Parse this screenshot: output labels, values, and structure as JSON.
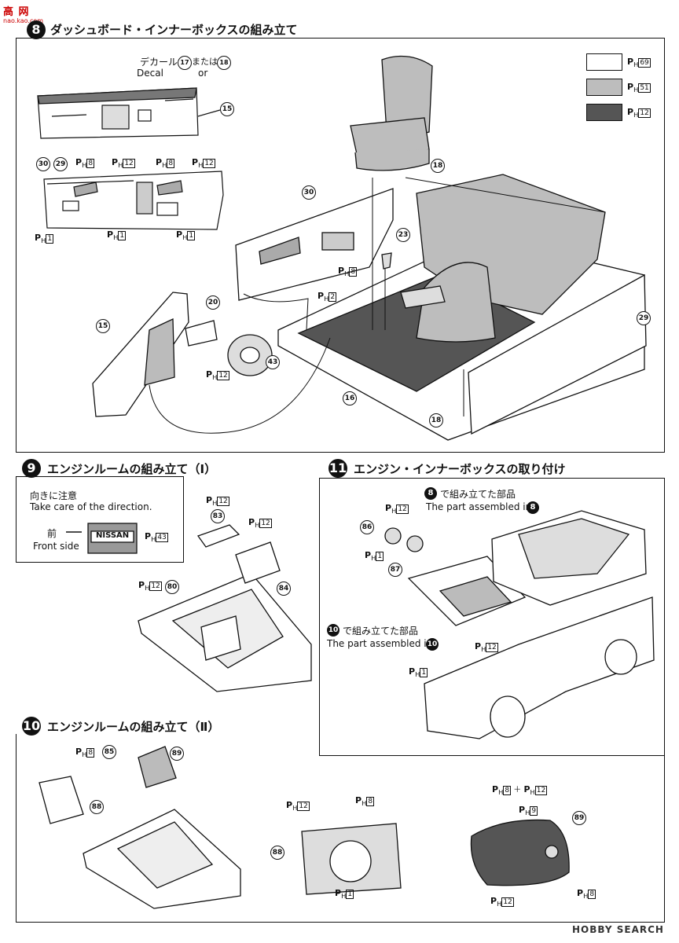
{
  "watermark": {
    "top_left_text": "高 网",
    "top_left_sub": "nao.kao.com",
    "bottom_right": "HOBBY SEARCH"
  },
  "step8": {
    "number": "8",
    "title": "ダッシュボード・インナーボックスの組み立て",
    "decal_jp": "デカール",
    "decal_en": "Decal",
    "decal_or_jp": "または",
    "decal_or_en": "or",
    "decal_a": "17",
    "decal_b": "18"
  },
  "legend": [
    {
      "code": "69",
      "color": "#ffffff"
    },
    {
      "code": "51",
      "color": "#bdbdbd"
    },
    {
      "code": "12",
      "color": "#555555"
    }
  ],
  "ph_prefix": "P",
  "ph_sub": "H",
  "step9": {
    "number": "9",
    "title": "エンジンルームの組み立て（Ⅰ）",
    "note_jp": "向きに注意",
    "note_en": "Take care of the direction.",
    "front_jp": "前",
    "front_en": "Front side",
    "nissan": "NISSAN"
  },
  "step10": {
    "number": "10",
    "title": "エンジンルームの組み立て（Ⅱ）"
  },
  "step11": {
    "number": "11",
    "title": "エンジン・インナーボックスの取り付け",
    "assembled8_jp": "で組み立てた部品",
    "assembled8_en": "The part assembled in",
    "assembled8_ref": "8",
    "assembled10_jp": "で組み立てた部品",
    "assembled10_en": "The part assembled in",
    "assembled10_ref": "10"
  },
  "parts": {
    "p15": "15",
    "p16": "16",
    "p18": "18",
    "p20": "20",
    "p23": "23",
    "p29": "29",
    "p30": "30",
    "p43": "43",
    "p80": "80",
    "p83": "83",
    "p84": "84",
    "p85": "85",
    "p86": "86",
    "p87": "87",
    "p88": "88",
    "p89": "89"
  },
  "paint": {
    "c1": "1",
    "c2": "2",
    "c8": "8",
    "c9": "9",
    "c12": "12",
    "c43": "43",
    "plus": "＋"
  }
}
